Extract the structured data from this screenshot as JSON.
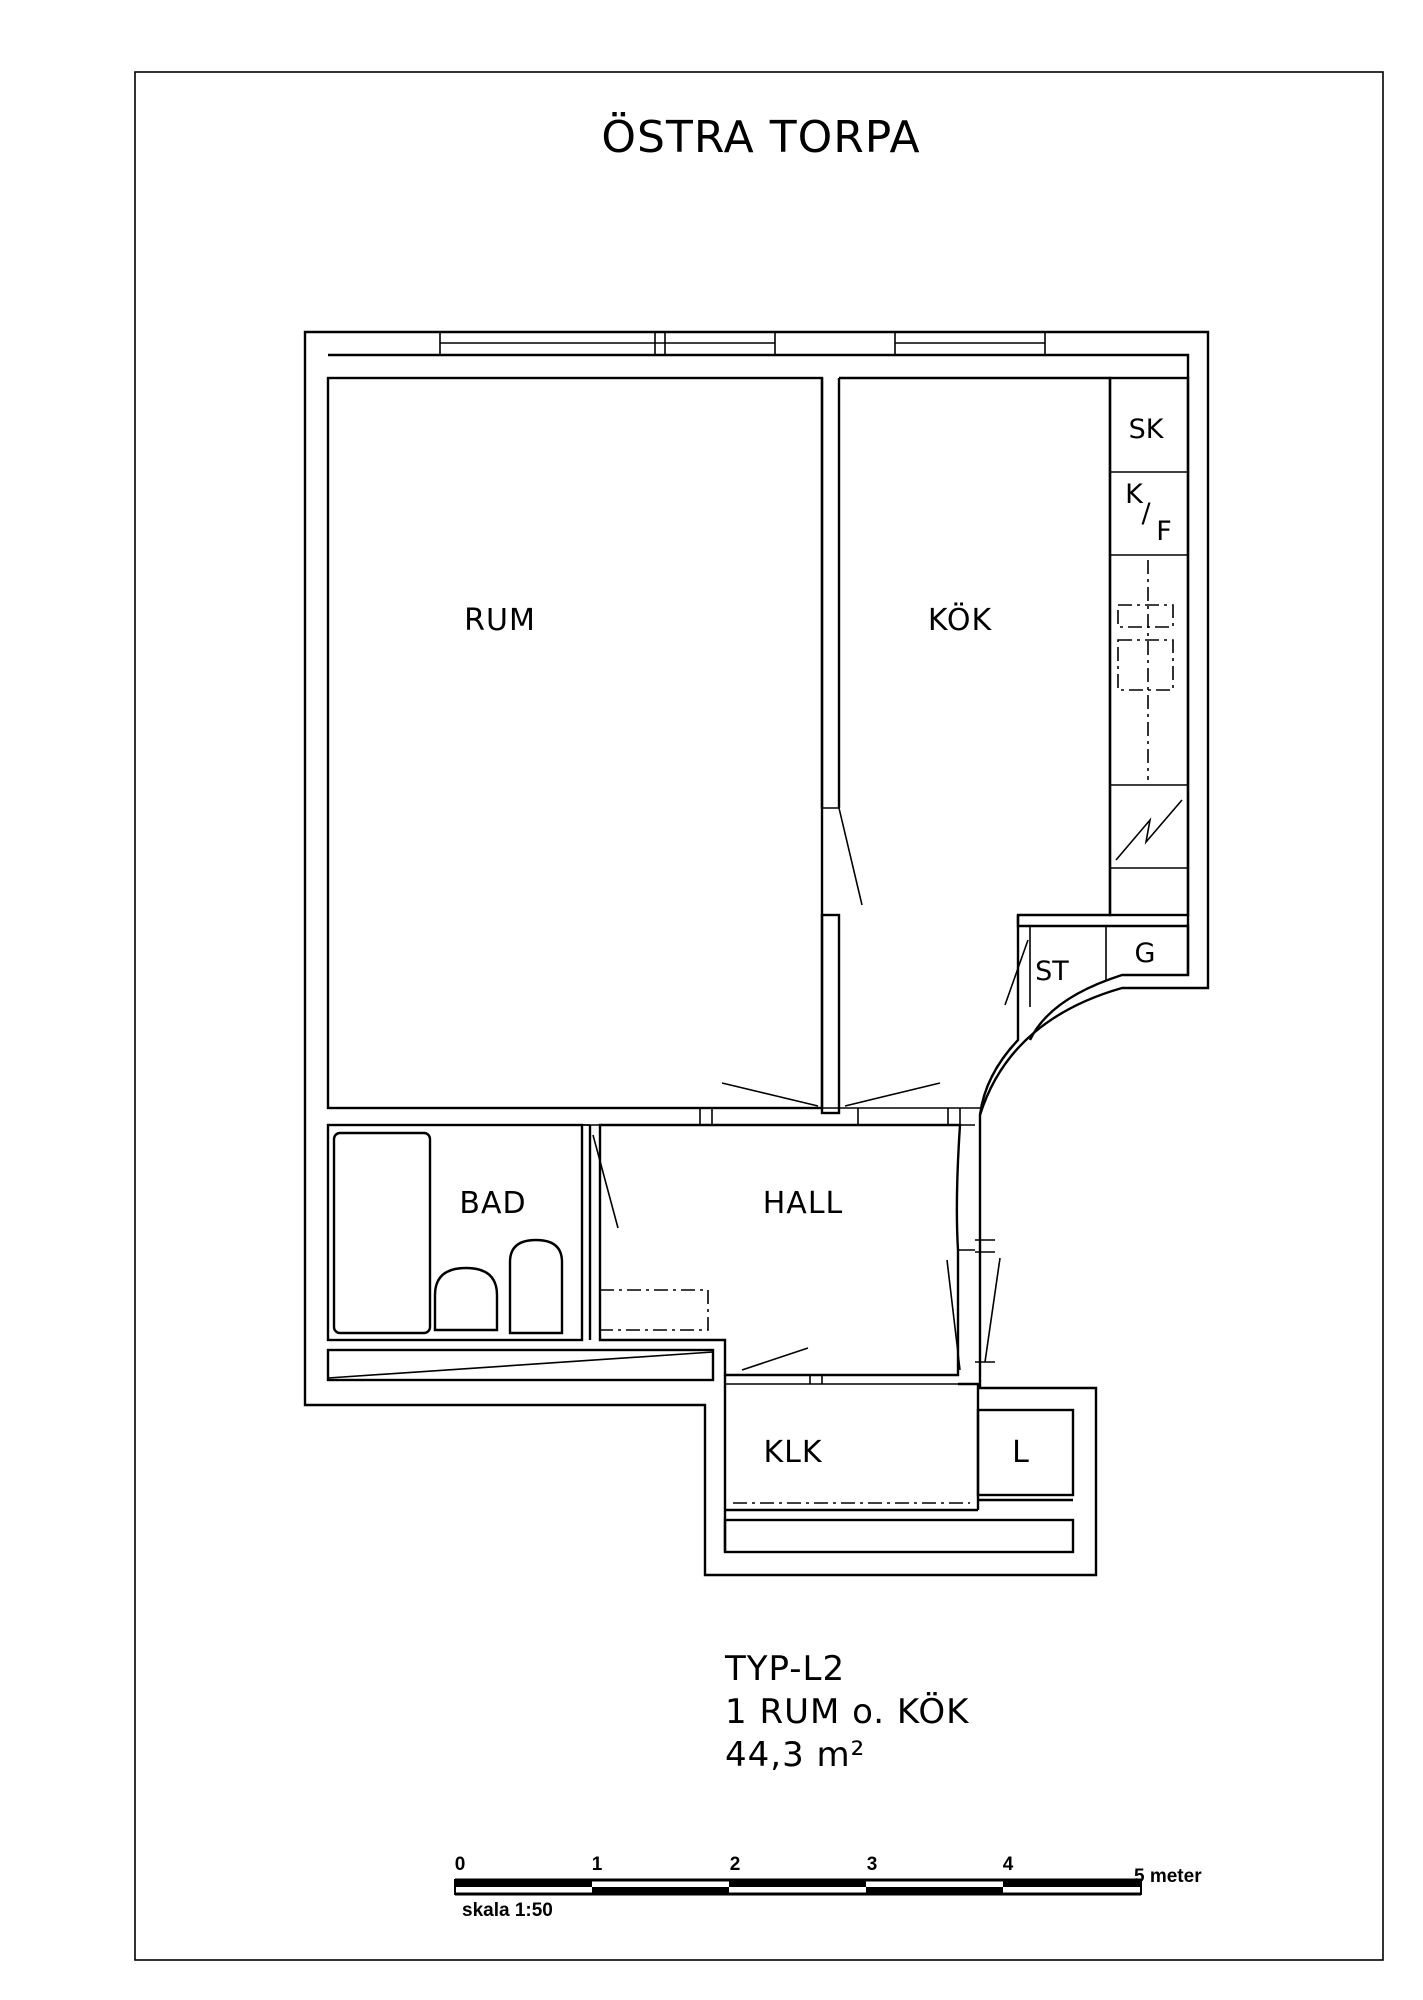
{
  "title": "ÖSTRA TORPA",
  "rooms": {
    "rum": "RUM",
    "kok": "KÖK",
    "bad": "BAD",
    "hall": "HALL",
    "klk": "KLK",
    "l": "L",
    "sk": "SK",
    "kf_k": "K",
    "kf_slash": "/",
    "kf_f": "F",
    "st": "ST",
    "g": "G"
  },
  "info": {
    "type": "TYP-L2",
    "rooms": "1 RUM o. KÖK",
    "area": "44,3 m²"
  },
  "scale_bar": {
    "ticks": [
      "0",
      "1",
      "2",
      "3",
      "4",
      "5 meter"
    ],
    "caption": "skala 1:50"
  }
}
